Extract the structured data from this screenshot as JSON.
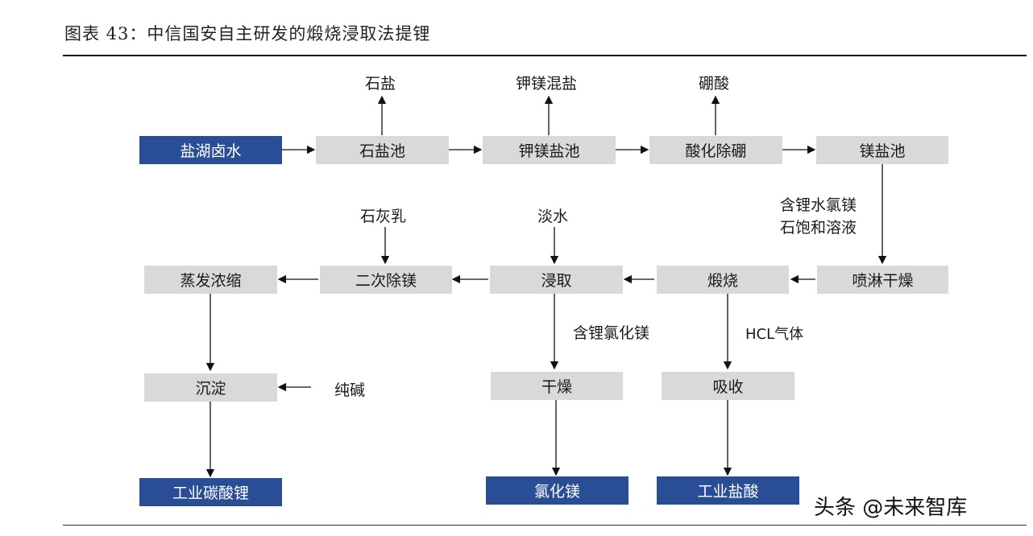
{
  "title": "图表 43：中信国安自主研发的煅烧浸取法提锂",
  "nodes": {
    "brine": "盐湖卤水",
    "salt_pond": "石盐池",
    "kmg_pond": "钾镁盐池",
    "acid_boron": "酸化除硼",
    "mg_pond": "镁盐池",
    "spray_dry": "喷淋干燥",
    "calcine": "煅烧",
    "leach": "浸取",
    "second_mg": "二次除镁",
    "evaporate": "蒸发浓缩",
    "precipitate": "沉淀",
    "dry": "干燥",
    "absorb": "吸收",
    "li_carbonate": "工业碳酸锂",
    "mg_chloride": "氯化镁",
    "hcl_acid": "工业盐酸"
  },
  "labels": {
    "halite": "石盐",
    "kmg_mixed": "钾镁混盐",
    "boric_acid": "硼酸",
    "li_solution_line1": "含锂水氯镁",
    "li_solution_line2": "石饱和溶液",
    "lime_milk": "石灰乳",
    "fresh_water": "淡水",
    "li_mgcl": "含锂氯化镁",
    "hcl_gas": "HCL气体",
    "soda_ash": "纯碱"
  },
  "watermark": "头条 @未来智库",
  "colors": {
    "gray_box": "#d9d9d9",
    "blue_box": "#2a4e96",
    "arrow": "#111111"
  }
}
